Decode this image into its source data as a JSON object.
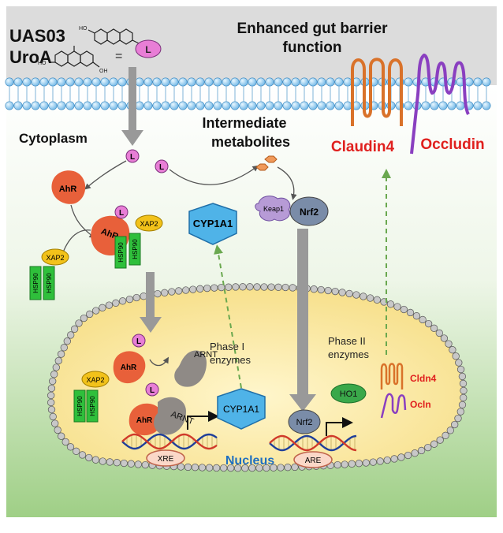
{
  "compounds": {
    "uas03": "UAS03",
    "uroa": "UroA",
    "equals": "=",
    "ligand": "L",
    "mol_labels": [
      "HO",
      "OH",
      "HO",
      "OH"
    ]
  },
  "header": {
    "title_line1": "Enhanced gut barrier",
    "title_line2": "function"
  },
  "regions": {
    "cytoplasm": "Cytoplasm",
    "nucleus": "Nucleus",
    "intermediate_line1": "Intermediate",
    "intermediate_line2": "metabolites"
  },
  "proteins": {
    "ahr": "AhR",
    "xap2": "XAP2",
    "hsp90": "HSP90",
    "arnt": "ARNT",
    "cyp1a1": "CYP1A1",
    "keap1": "Keap1",
    "nrf2": "Nrf2",
    "ho1": "HO1",
    "xre": "XRE",
    "are": "ARE",
    "claudin4": "Claudin4",
    "occludin": "Occludin",
    "cldn4": "Cldn4",
    "ocln": "Ocln"
  },
  "phases": {
    "phase1_line1": "Phase I",
    "phase1_line2": "enzymes",
    "phase2_line1": "Phase II",
    "phase2_line2": "enzymes"
  },
  "colors": {
    "ahr": "#e8603a",
    "xap2": "#f2c21a",
    "hsp90": "#2fbf3b",
    "arnt": "#8f8a86",
    "cyp1a1": "#4fb3e8",
    "keap1": "#b79bd6",
    "nrf2": "#7a8ca8",
    "ho1": "#3aa84a",
    "ligand": "#e87ed6",
    "claudin": "#d9722a",
    "occludin": "#8a3fc0",
    "label_red": "#e0201e",
    "nucleus_label": "#1f6fc0"
  }
}
